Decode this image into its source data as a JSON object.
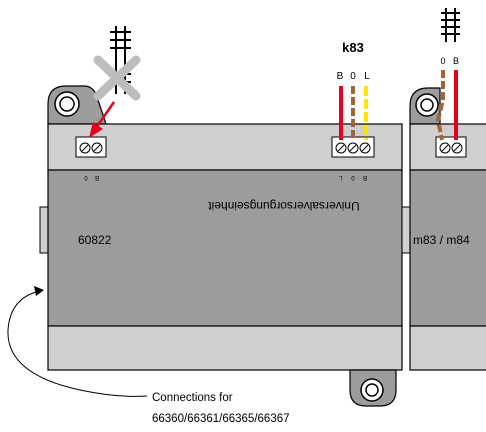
{
  "module_left": {
    "model_number": "60822",
    "device_name": "Universalversorgungseinheit",
    "left_terminal_labels": [
      "0",
      "B"
    ],
    "right_terminal_labels": [
      "L",
      "0",
      "B"
    ]
  },
  "module_right": {
    "model_number": "m83 / m84"
  },
  "decoder_k83": {
    "title": "k83",
    "wire_labels": [
      "B",
      "0",
      "L"
    ]
  },
  "decoder_m83": {
    "wire_labels": [
      "0",
      "B"
    ]
  },
  "callout": {
    "line1": "Connections for",
    "line2": "66360/66361/66365/66367"
  },
  "colors": {
    "housing_dark": "#9c9c9c",
    "housing_light": "#cfcfcf",
    "wire_red": "#e3001b",
    "wire_brown": "#a0633a",
    "wire_yellow": "#ffe500",
    "arrow_red": "#e3001b",
    "cross_gray": "#bdbdbd"
  },
  "icons": [
    "track-icon",
    "cross-icon",
    "red-arrow-icon",
    "screw-terminal-icon",
    "mounting-lug-icon",
    "callout-arrow-icon"
  ]
}
